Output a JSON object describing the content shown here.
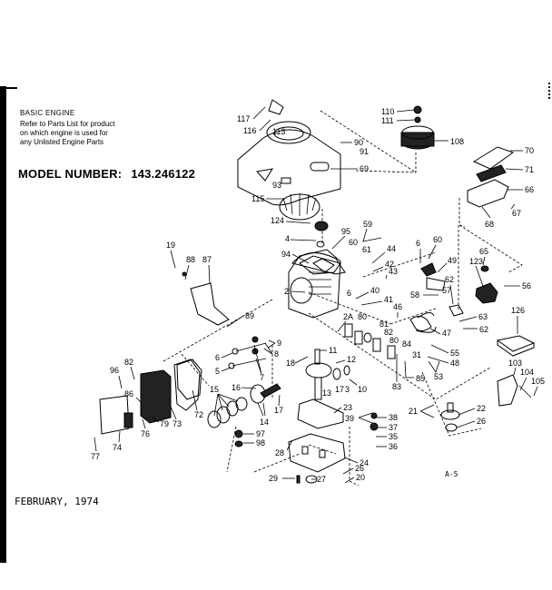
{
  "document": {
    "section_title": "BASIC ENGINE",
    "note_lines": [
      "Refer to Parts List for product",
      "on which engine is used for",
      "any Unlisted Engine Parts"
    ],
    "model_label": "MODEL NUMBER:",
    "model_number": "143.246122",
    "date": "FEBRUARY, 1974",
    "page_ref": "A-5"
  },
  "callouts": [
    {
      "id": "c117",
      "label": "117"
    },
    {
      "id": "c116",
      "label": "116"
    },
    {
      "id": "c113",
      "label": "113"
    },
    {
      "id": "c90",
      "label": "90"
    },
    {
      "id": "c91",
      "label": "91"
    },
    {
      "id": "c69",
      "label": "69"
    },
    {
      "id": "c93",
      "label": "93"
    },
    {
      "id": "c115",
      "label": "115"
    },
    {
      "id": "c124",
      "label": "124"
    },
    {
      "id": "c110",
      "label": "110"
    },
    {
      "id": "c111",
      "label": "111"
    },
    {
      "id": "c108",
      "label": "108"
    },
    {
      "id": "c70",
      "label": "70"
    },
    {
      "id": "c71",
      "label": "71"
    },
    {
      "id": "c66",
      "label": "66"
    },
    {
      "id": "c67",
      "label": "67"
    },
    {
      "id": "c68",
      "label": "68"
    },
    {
      "id": "c4",
      "label": "4"
    },
    {
      "id": "c95",
      "label": "95"
    },
    {
      "id": "c59",
      "label": "59"
    },
    {
      "id": "c60a",
      "label": "60"
    },
    {
      "id": "c61",
      "label": "61"
    },
    {
      "id": "c44",
      "label": "44"
    },
    {
      "id": "c42",
      "label": "42"
    },
    {
      "id": "c43",
      "label": "43"
    },
    {
      "id": "c94",
      "label": "94"
    },
    {
      "id": "c19",
      "label": "19"
    },
    {
      "id": "c88",
      "label": "88"
    },
    {
      "id": "c87",
      "label": "87"
    },
    {
      "id": "c89",
      "label": "89"
    },
    {
      "id": "c2",
      "label": "2"
    },
    {
      "id": "c6a",
      "label": "6"
    },
    {
      "id": "c40",
      "label": "40"
    },
    {
      "id": "c41",
      "label": "41"
    },
    {
      "id": "c6b",
      "label": "6"
    },
    {
      "id": "c60b",
      "label": "60"
    },
    {
      "id": "c49",
      "label": "49"
    },
    {
      "id": "c65",
      "label": "65"
    },
    {
      "id": "c123",
      "label": "123"
    },
    {
      "id": "c56",
      "label": "56"
    },
    {
      "id": "c62a",
      "label": "62"
    },
    {
      "id": "c57",
      "label": "57"
    },
    {
      "id": "c58",
      "label": "58"
    },
    {
      "id": "c63",
      "label": "63"
    },
    {
      "id": "c62b",
      "label": "62"
    },
    {
      "id": "c126",
      "label": "126"
    },
    {
      "id": "c46",
      "label": "46"
    },
    {
      "id": "c47",
      "label": "47"
    },
    {
      "id": "c24a",
      "label": "2A"
    },
    {
      "id": "c80a",
      "label": "80"
    },
    {
      "id": "c81",
      "label": "81"
    },
    {
      "id": "c82a",
      "label": "82"
    },
    {
      "id": "c80b",
      "label": "80"
    },
    {
      "id": "c84",
      "label": "84"
    },
    {
      "id": "c31",
      "label": "31"
    },
    {
      "id": "c55",
      "label": "55"
    },
    {
      "id": "c48",
      "label": "48"
    },
    {
      "id": "c53",
      "label": "53"
    },
    {
      "id": "c83",
      "label": "83"
    },
    {
      "id": "c85",
      "label": "85"
    },
    {
      "id": "c103",
      "label": "103"
    },
    {
      "id": "c104",
      "label": "104"
    },
    {
      "id": "c105",
      "label": "105"
    },
    {
      "id": "c9",
      "label": "9"
    },
    {
      "id": "c8",
      "label": "8"
    },
    {
      "id": "c6c",
      "label": "6"
    },
    {
      "id": "c5",
      "label": "5"
    },
    {
      "id": "c7",
      "label": "7"
    },
    {
      "id": "c11",
      "label": "11"
    },
    {
      "id": "c18",
      "label": "18"
    },
    {
      "id": "c12",
      "label": "12"
    },
    {
      "id": "c13",
      "label": "13"
    },
    {
      "id": "c17a",
      "label": "17"
    },
    {
      "id": "c3",
      "label": "3"
    },
    {
      "id": "c10",
      "label": "10"
    },
    {
      "id": "c82b",
      "label": "82"
    },
    {
      "id": "c96",
      "label": "96"
    },
    {
      "id": "c86",
      "label": "86"
    },
    {
      "id": "c72",
      "label": "72"
    },
    {
      "id": "c73",
      "label": "73"
    },
    {
      "id": "c79",
      "label": "79"
    },
    {
      "id": "c76",
      "label": "76"
    },
    {
      "id": "c74",
      "label": "74"
    },
    {
      "id": "c77",
      "label": "77"
    },
    {
      "id": "c15",
      "label": "15"
    },
    {
      "id": "c16",
      "label": "16"
    },
    {
      "id": "c14",
      "label": "14"
    },
    {
      "id": "c17b",
      "label": "17"
    },
    {
      "id": "c97",
      "label": "97"
    },
    {
      "id": "c98",
      "label": "98"
    },
    {
      "id": "c23",
      "label": "23"
    },
    {
      "id": "c39",
      "label": "39"
    },
    {
      "id": "c38",
      "label": "38"
    },
    {
      "id": "c37",
      "label": "37"
    },
    {
      "id": "c35",
      "label": "35"
    },
    {
      "id": "c36",
      "label": "36"
    },
    {
      "id": "c21",
      "label": "21"
    },
    {
      "id": "c22",
      "label": "22"
    },
    {
      "id": "c26a",
      "label": "26"
    },
    {
      "id": "c28",
      "label": "28"
    },
    {
      "id": "c24",
      "label": "24"
    },
    {
      "id": "c26b",
      "label": "26"
    },
    {
      "id": "c20",
      "label": "20"
    },
    {
      "id": "c29",
      "label": "29"
    },
    {
      "id": "c27",
      "label": "27"
    }
  ]
}
